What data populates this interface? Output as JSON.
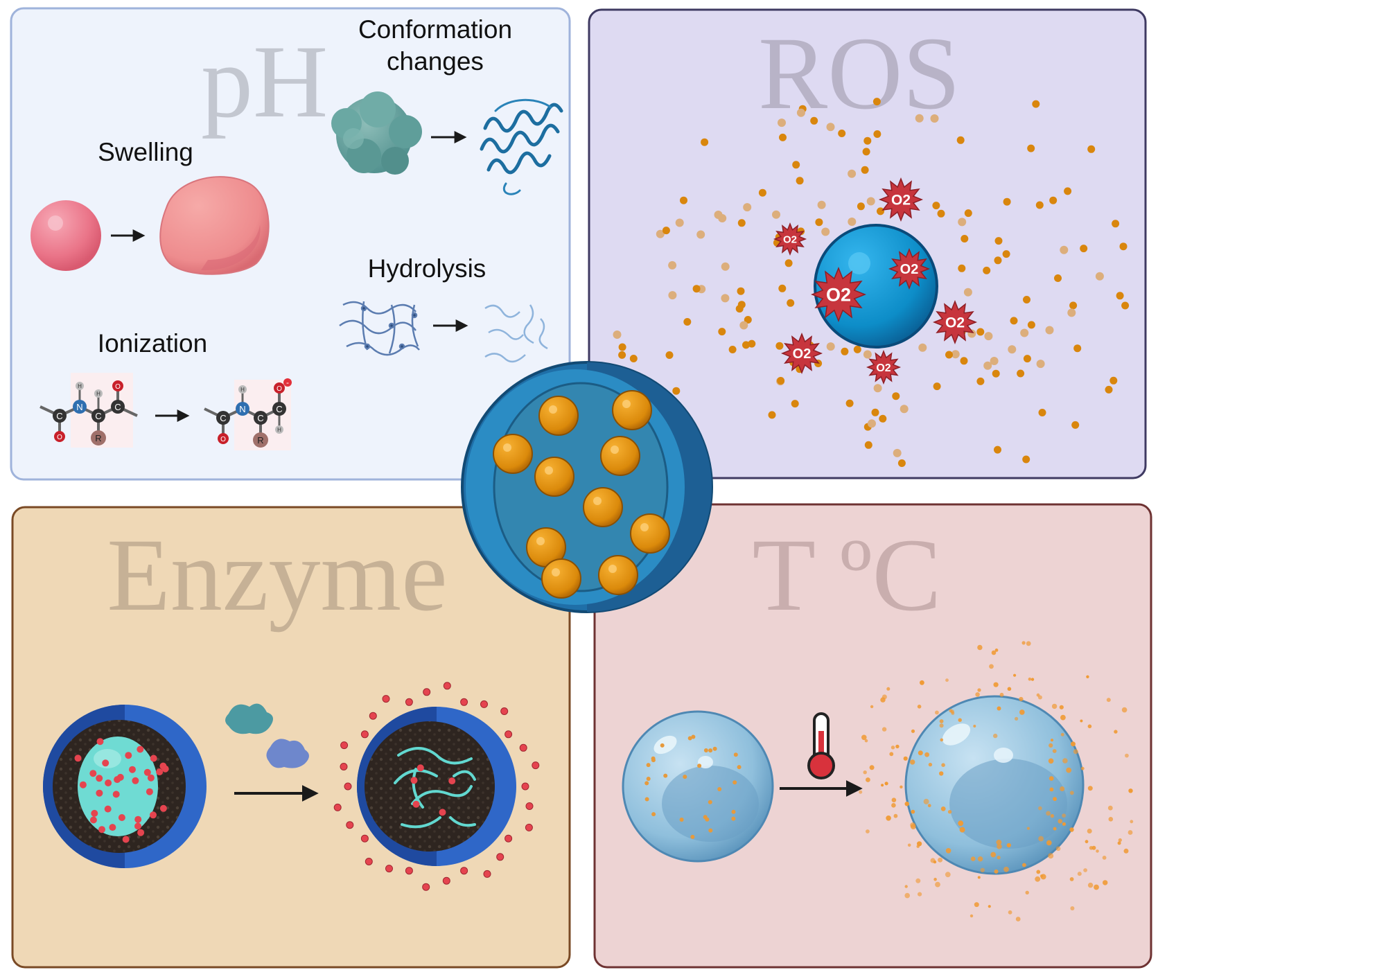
{
  "panels": {
    "ph": {
      "title": "pH",
      "conformation_line1": "Conformation",
      "conformation_line2": "changes",
      "swelling": "Swelling",
      "hydrolysis": "Hydrolysis",
      "ionization": "Ionization"
    },
    "ros": {
      "title": "ROS",
      "radical_label": "O2"
    },
    "enzyme": {
      "title": "Enzyme"
    },
    "temperature": {
      "title": "T ºC"
    }
  },
  "molecule": {
    "atoms": {
      "carbon": "C",
      "nitrogen": "N",
      "oxygen": "O",
      "hydrogen": "H",
      "r_group": "R",
      "charge": "-"
    }
  },
  "colors": {
    "ph_panel_fill": "#eef3fc",
    "ph_panel_stroke": "#9fb3db",
    "ros_panel_fill": "#dedaf2",
    "ros_panel_stroke": "#3f3a62",
    "enzyme_panel_fill": "#efd8b6",
    "enzyme_panel_stroke": "#7a4a25",
    "temp_panel_fill": "#edd3d3",
    "temp_panel_stroke": "#6e3232",
    "particle_orange": "#e08a10",
    "radical_red": "#c7353d",
    "nanoparticle_blue": "#1f6fa8"
  }
}
